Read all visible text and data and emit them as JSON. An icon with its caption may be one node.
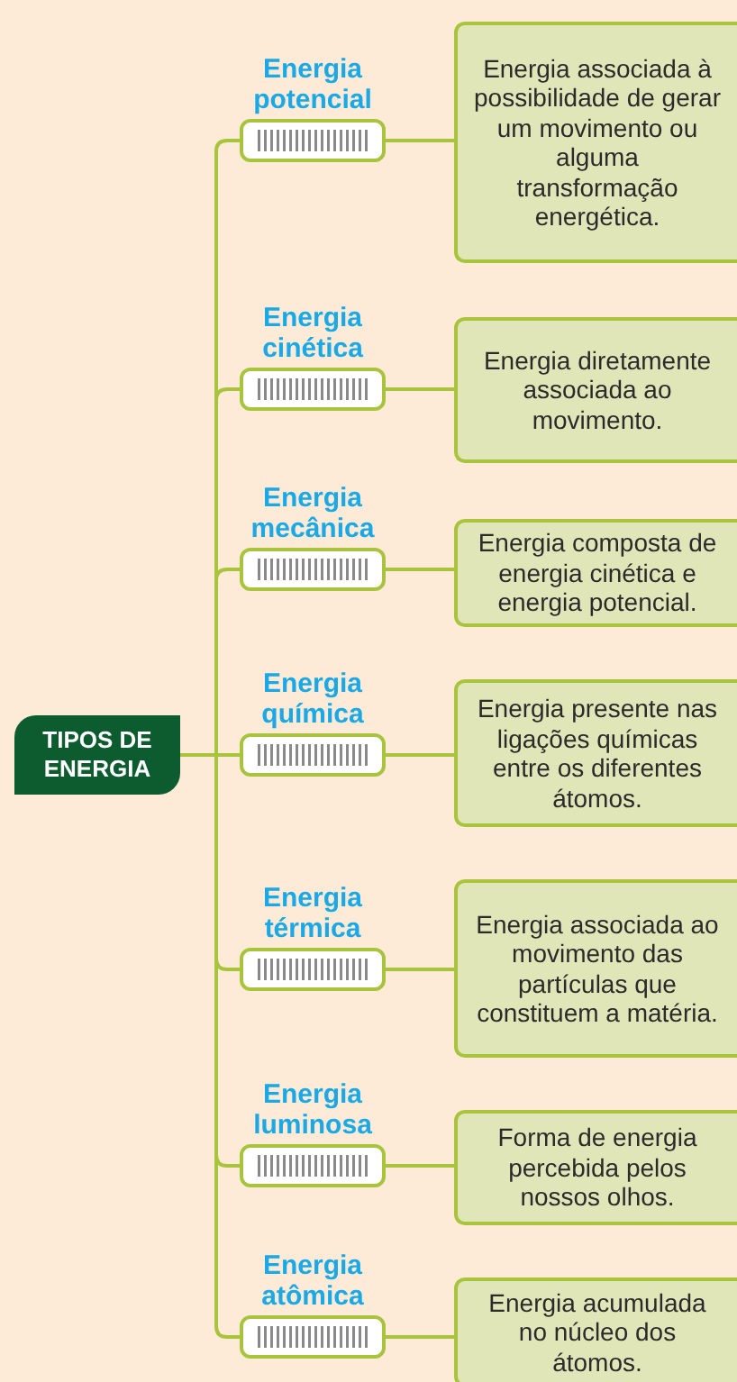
{
  "diagram": {
    "nodes": [
      {
        "text": [
          "TIPOS DE ENERGIA"
        ]
      },
      {
        "text": [
          "Energia potencial"
        ]
      },
      {
        "text": [
          "Energia associada à possibilidade de gerar um movimento ou alguma transformação energética."
        ]
      },
      {
        "text": [
          "Energia cinética"
        ]
      },
      {
        "text": [
          "Energia diretamente associada ao movimento."
        ]
      },
      {
        "text": [
          "Energia mecânica"
        ]
      },
      {
        "text": [
          "Energia composta de energia cinética e energia potencial."
        ]
      },
      {
        "text": [
          "Energia química"
        ]
      },
      {
        "text": [
          "Energia presente nas ligações químicas entre os diferentes átomos."
        ]
      },
      {
        "text": [
          "Energia térmica"
        ]
      },
      {
        "text": [
          "Energia associada ao movimento das partículas que constituem a matéria."
        ]
      },
      {
        "text": [
          "Energia luminosa"
        ]
      },
      {
        "text": [
          "Forma de energia percebida pelos nossos olhos."
        ]
      },
      {
        "text": [
          "Energia atômica"
        ]
      },
      {
        "text": [
          "Energia acumulada no núcleo dos átomos."
        ]
      }
    ],
    "edges": [
      {
        "from": 0,
        "to": 1,
        "arrow": "none"
      },
      {
        "from": 1,
        "to": 2,
        "arrow": "none"
      },
      {
        "from": 0,
        "to": 3,
        "arrow": "none"
      },
      {
        "from": 3,
        "to": 4,
        "arrow": "none"
      },
      {
        "from": 0,
        "to": 5,
        "arrow": "none"
      },
      {
        "from": 5,
        "to": 6,
        "arrow": "none"
      },
      {
        "from": 0,
        "to": 7,
        "arrow": "none"
      },
      {
        "from": 7,
        "to": 8,
        "arrow": "none"
      },
      {
        "from": 0,
        "to": 9,
        "arrow": "none"
      },
      {
        "from": 9,
        "to": 10,
        "arrow": "none"
      },
      {
        "from": 0,
        "to": 11,
        "arrow": "none"
      },
      {
        "from": 11,
        "to": 12,
        "arrow": "none"
      },
      {
        "from": 0,
        "to": 13,
        "arrow": "none"
      },
      {
        "from": 13,
        "to": 14,
        "arrow": "none"
      }
    ]
  }
}
